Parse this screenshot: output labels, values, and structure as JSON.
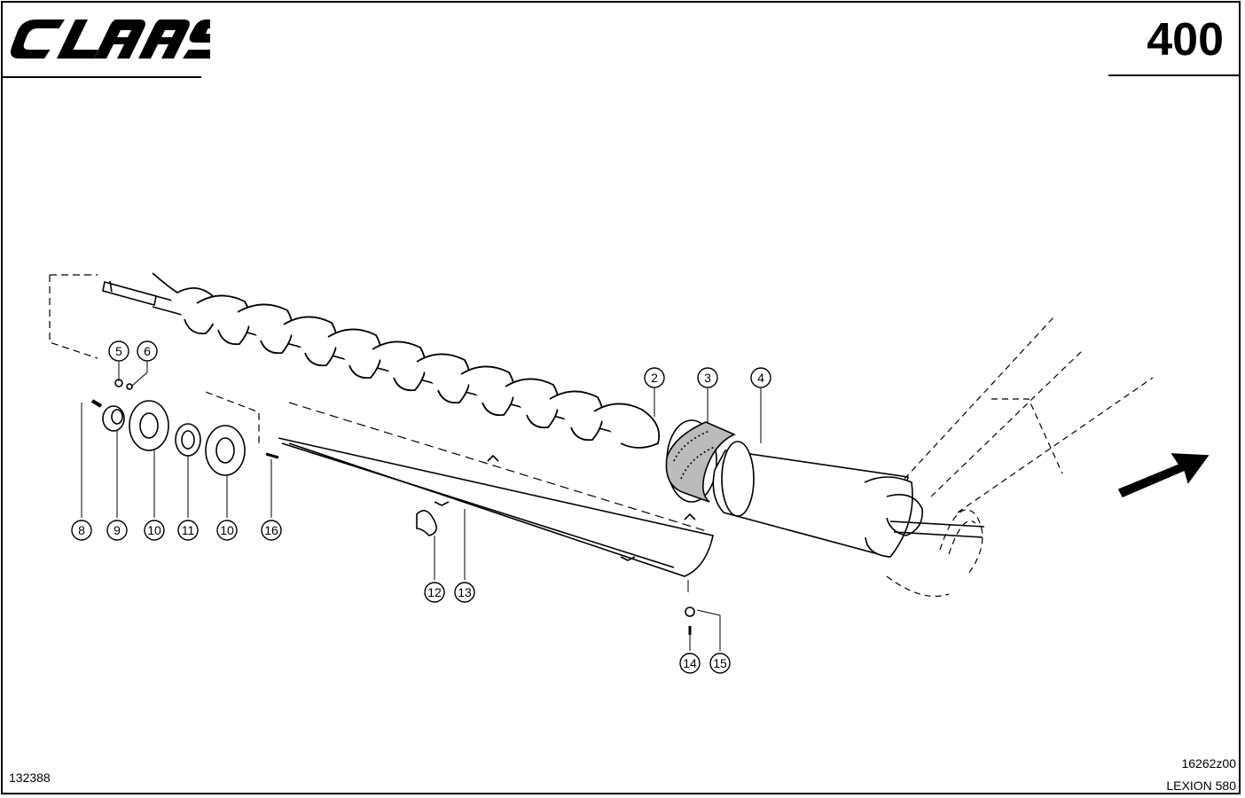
{
  "header": {
    "brand": "CLAAS",
    "page_number": "400"
  },
  "footer": {
    "drawing_ref": "132388",
    "figure_code": "16262z00",
    "model": "LEXION 580"
  },
  "callouts": [
    "2",
    "3",
    "4",
    "5",
    "6",
    "8",
    "9",
    "10",
    "11",
    "10",
    "16",
    "12",
    "13",
    "14",
    "15"
  ],
  "colors": {
    "ink": "#000000",
    "paper": "#ffffff"
  }
}
